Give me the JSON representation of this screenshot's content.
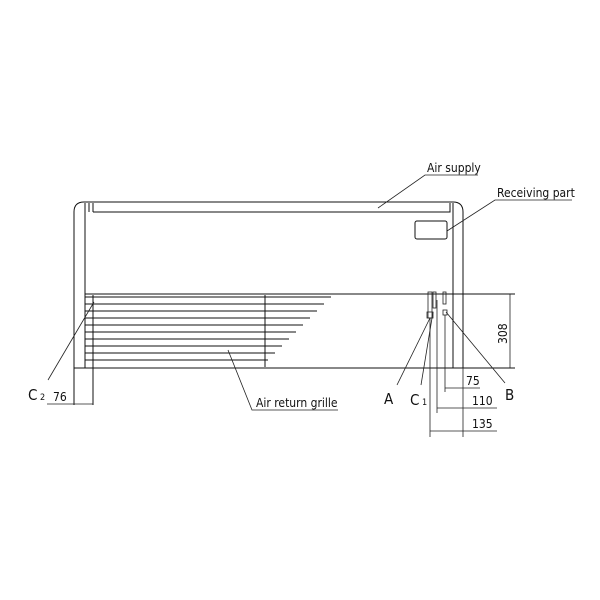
{
  "labels": {
    "air_supply": "Air supply",
    "receiving_part": "Receiving part",
    "air_return_grille": "Air return grille",
    "a": "A",
    "b": "B",
    "c1_main": "C",
    "c1_sub": "1",
    "c2_main": "C",
    "c2_sub": "2"
  },
  "dimensions": {
    "height": "308",
    "c2_offset": "76",
    "b_offset": "75",
    "c1_offset": "110",
    "a_offset": "135"
  },
  "colors": {
    "line": "#111111",
    "background": "#ffffff"
  }
}
